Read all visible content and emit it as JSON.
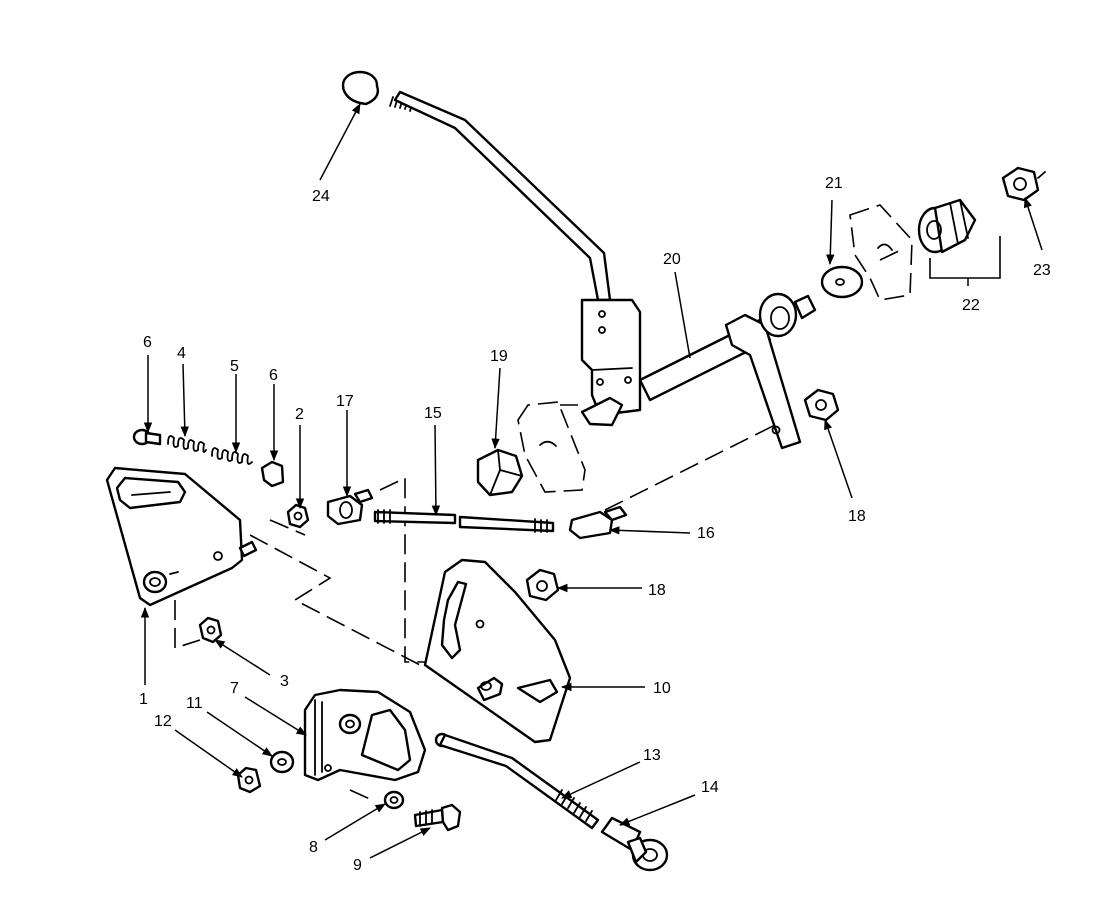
{
  "callouts": [
    {
      "id": "1",
      "label": "1"
    },
    {
      "id": "2",
      "label": "2"
    },
    {
      "id": "3",
      "label": "3"
    },
    {
      "id": "4",
      "label": "4"
    },
    {
      "id": "5",
      "label": "5"
    },
    {
      "id": "6a",
      "label": "6"
    },
    {
      "id": "6b",
      "label": "6"
    },
    {
      "id": "7",
      "label": "7"
    },
    {
      "id": "8",
      "label": "8"
    },
    {
      "id": "9",
      "label": "9"
    },
    {
      "id": "10",
      "label": "10"
    },
    {
      "id": "11",
      "label": "11"
    },
    {
      "id": "12",
      "label": "12"
    },
    {
      "id": "13",
      "label": "13"
    },
    {
      "id": "14",
      "label": "14"
    },
    {
      "id": "15",
      "label": "15"
    },
    {
      "id": "16",
      "label": "16"
    },
    {
      "id": "17",
      "label": "17"
    },
    {
      "id": "18a",
      "label": "18"
    },
    {
      "id": "18b",
      "label": "18"
    },
    {
      "id": "19",
      "label": "19"
    },
    {
      "id": "20",
      "label": "20"
    },
    {
      "id": "21",
      "label": "21"
    },
    {
      "id": "22",
      "label": "22"
    },
    {
      "id": "23",
      "label": "23"
    },
    {
      "id": "24",
      "label": "24"
    }
  ]
}
